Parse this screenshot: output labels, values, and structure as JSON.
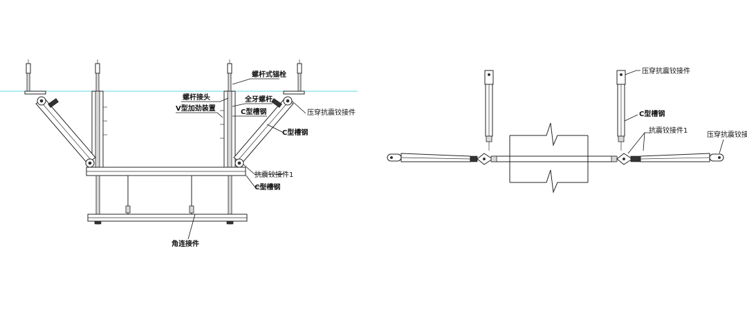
{
  "colors": {
    "ceiling_line": "#7fdfe6",
    "line": "#222222",
    "text": "#111111"
  },
  "left_view": {
    "labels": {
      "rod_anchor": "螺杆式锚栓",
      "rod_joint": "螺杆接头",
      "full_thread_rod": "全牙螺杆",
      "v_stiffener": "V型加劲装置",
      "c_channel_inner": "C型槽钢",
      "c_channel_brace": "C型槽钢",
      "press_hinge": "压穿抗震铰接件",
      "hinge_1": "抗震铰接件1",
      "c_channel_beam": "C型槽钢",
      "corner_connector": "角连接件"
    }
  },
  "right_view": {
    "labels": {
      "press_hinge_top": "压穿抗震铰接件",
      "c_channel": "C型槽钢",
      "hinge_1": "抗震铰接件1",
      "press_hinge_side": "压穿抗震铰接件"
    }
  }
}
